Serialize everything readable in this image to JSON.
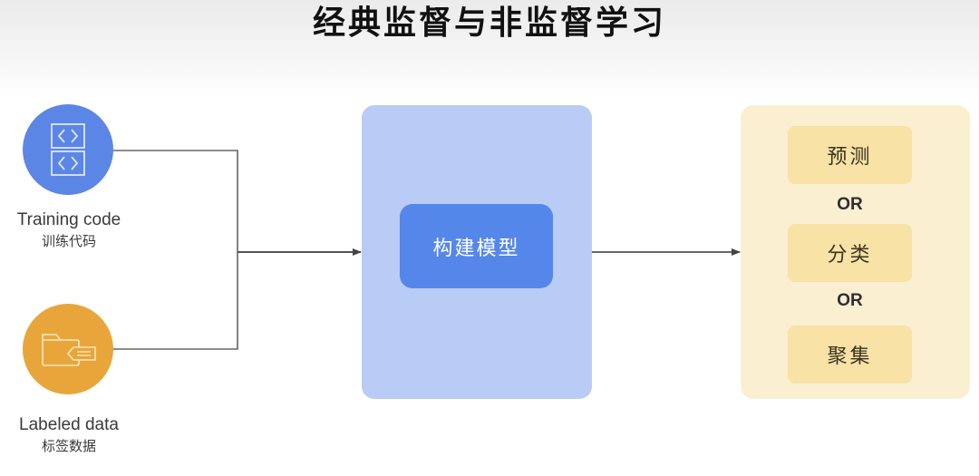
{
  "title": "经典监督与非监督学习",
  "colors": {
    "code_circle": "#5B86E5",
    "data_circle": "#E8A63A",
    "icon_stroke": "#DCE6FB",
    "icon_stroke_data": "#FBE6BE",
    "connector": "#555555",
    "model_panel": "#B8CCF5",
    "model_button": "#5587EB",
    "output_panel": "#FBEFD2",
    "output_item": "#F8E2A6"
  },
  "inputs": [
    {
      "icon": "code-icon",
      "label_en": "Training code",
      "label_zh": "训练代码"
    },
    {
      "icon": "labeled-folder-icon",
      "label_en": "Labeled data",
      "label_zh": "标签数据"
    }
  ],
  "model": {
    "label": "构建模型"
  },
  "outputs": {
    "items": [
      "预测",
      "分类",
      "聚集"
    ],
    "separator": "OR"
  }
}
